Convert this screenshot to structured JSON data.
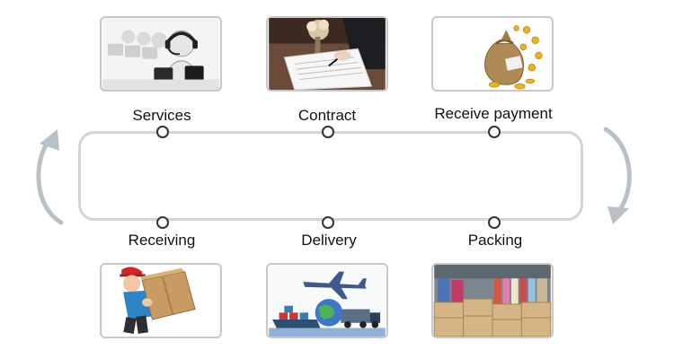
{
  "steps": [
    {
      "label": "Services",
      "icon": "call-center-operators-icon"
    },
    {
      "label": "Contract",
      "icon": "signing-contract-icon"
    },
    {
      "label": "Receive payment",
      "icon": "money-bag-icon"
    },
    {
      "label": "Packing",
      "icon": "warehouse-boxes-icon"
    },
    {
      "label": "Delivery",
      "icon": "global-shipping-icon"
    },
    {
      "label": "Receiving",
      "icon": "courier-carrying-box-icon"
    }
  ],
  "colors": {
    "loop": "#d4d4d4",
    "node": "#333333",
    "arrow": "#b9c0c6",
    "text": "#111111"
  }
}
